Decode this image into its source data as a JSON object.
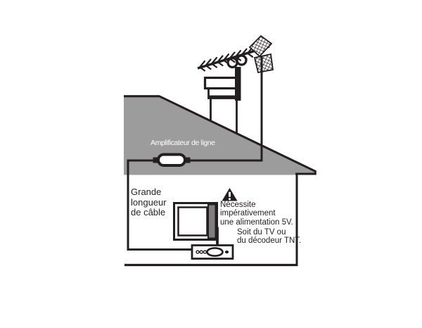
{
  "diagram": {
    "roof_label": "Amplificateur de ligne",
    "cable_label": "Grande\nlongueur\nde câble",
    "warning_text": "Nécessite\nimpérativement\nune alimentation 5V.",
    "warning_note": "Soit du TV ou\ndu décodeur TNT.",
    "warning_mark": "!",
    "icons": {
      "antenna": "uhf-antenna-icon",
      "reflector": "grid-reflector-icon",
      "chimney": "chimney-icon",
      "amplifier": "line-amplifier-icon",
      "tv": "tv-icon",
      "decoder": "decoder-box-icon",
      "warning": "warning-triangle-icon"
    },
    "colors": {
      "background": "#ffffff",
      "roof": "#9c9c9c",
      "line": "#231f20",
      "tv_side": "#7f7f7f",
      "roof_label_text": "#ffffff",
      "text": "#231f20"
    }
  }
}
